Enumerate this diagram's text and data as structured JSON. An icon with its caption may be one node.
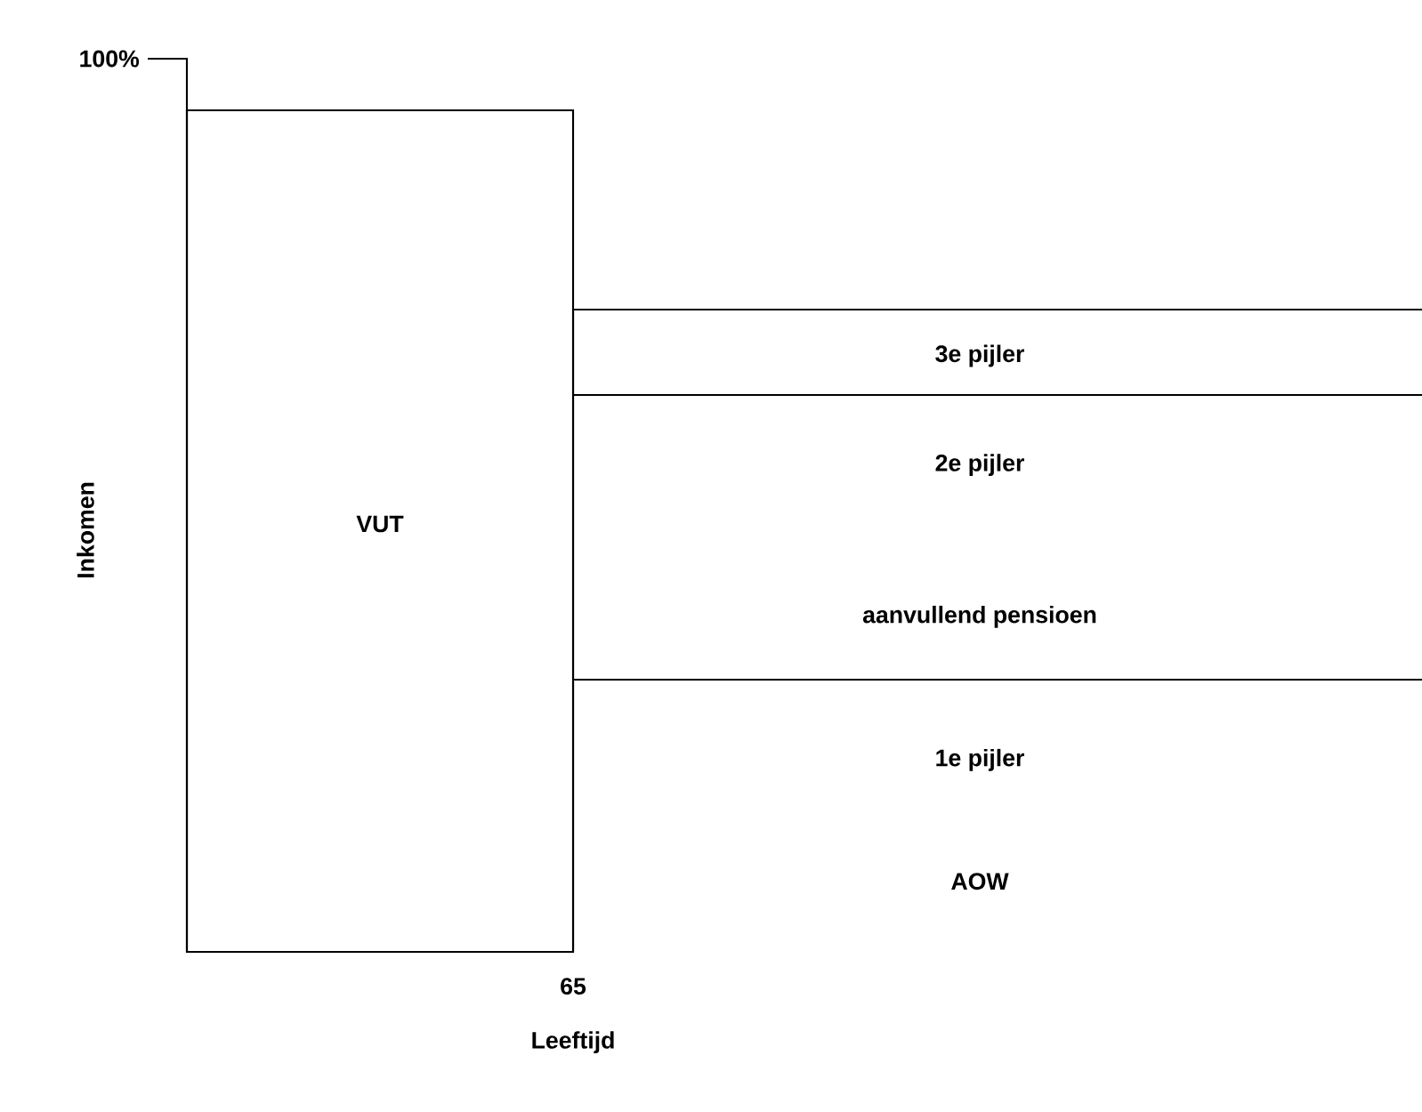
{
  "diagram": {
    "nodes": [
      {
        "text": [
          "VUT"
        ]
      },
      {
        "text": [
          "3e pijler"
        ]
      },
      {
        "text": [
          "2e pijler",
          "aanvullend pensioen"
        ]
      },
      {
        "text": [
          "1e pijler",
          "AOW"
        ]
      }
    ],
    "labels": [
      "100%",
      "Inkomen",
      "65",
      "Leeftijd"
    ]
  }
}
